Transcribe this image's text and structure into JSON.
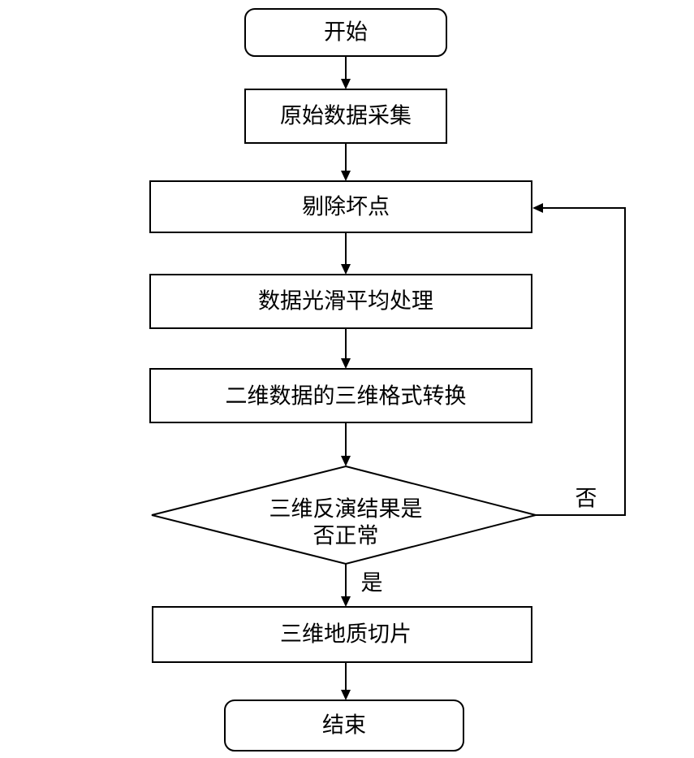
{
  "flowchart": {
    "start": "开始",
    "collect": "原始数据采集",
    "remove_bad_points": "剔除坏点",
    "smoothing": "数据光滑平均处理",
    "format_conversion": "二维数据的三维格式转换",
    "decision_line1": "三维反演结果是",
    "decision_line2": "否正常",
    "no_label": "否",
    "yes_label": "是",
    "slice": "三维地质切片",
    "end": "结束"
  }
}
